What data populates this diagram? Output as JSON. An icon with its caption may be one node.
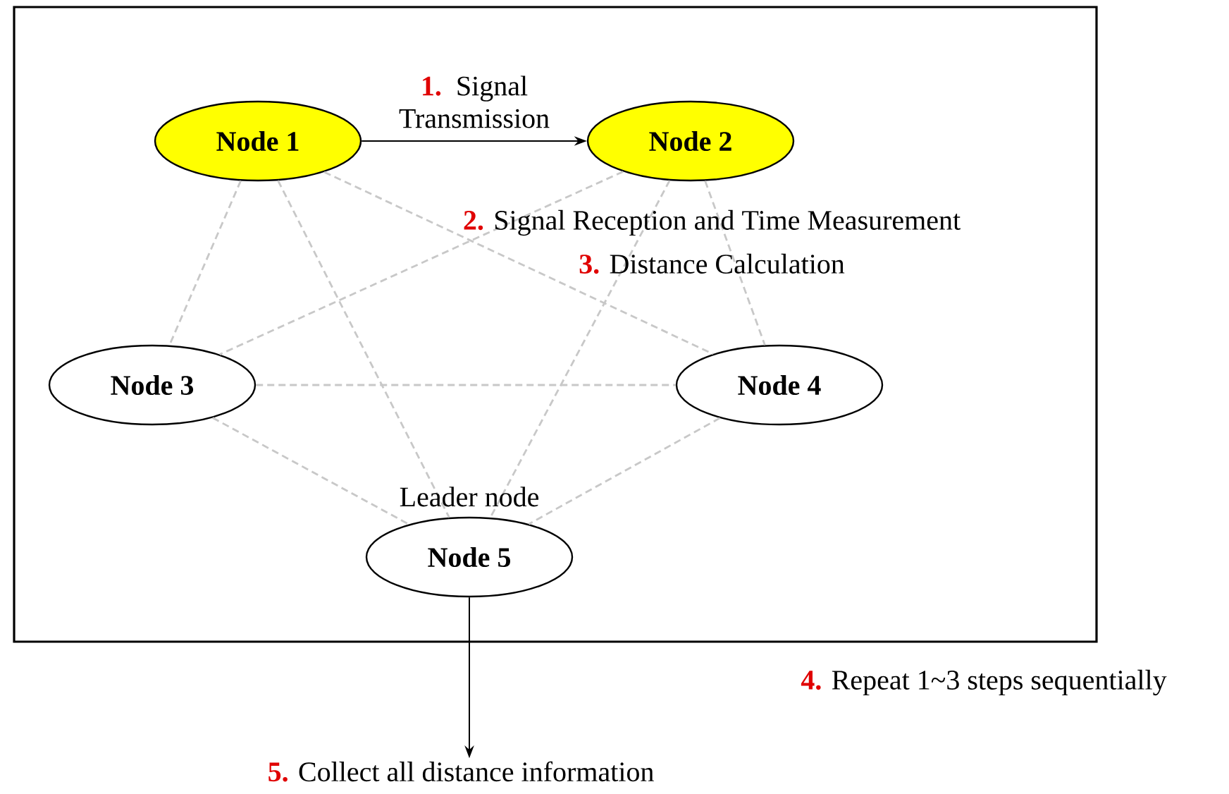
{
  "diagram": {
    "nodes": [
      {
        "text": [],
        "shape": "box"
      },
      {
        "text": [
          "Node 1"
        ],
        "in": 0
      },
      {
        "text": [
          "Node 2"
        ],
        "in": 0
      },
      {
        "text": [
          "Node 3"
        ],
        "in": 0
      },
      {
        "text": [
          "Node 4"
        ],
        "in": 0
      },
      {
        "text": [
          "Node 5"
        ],
        "in": 0,
        "beside": [
          "Leader node"
        ]
      },
      {
        "text": [
          "**5.** Collect all distance information"
        ]
      }
    ],
    "edges": [
      {
        "from": 1,
        "to": 2,
        "arrow": "to",
        "label": "**1.** Signal Transmission",
        "color": "#000000"
      },
      {
        "from": 1,
        "to": 3,
        "arrow": "none",
        "style": "dashed",
        "color": "#c8c8c8"
      },
      {
        "from": 1,
        "to": 4,
        "arrow": "none",
        "style": "dashed",
        "color": "#c8c8c8"
      },
      {
        "from": 1,
        "to": 5,
        "arrow": "none",
        "style": "dashed",
        "color": "#c8c8c8"
      },
      {
        "from": 2,
        "to": 3,
        "arrow": "none",
        "style": "dashed",
        "color": "#c8c8c8"
      },
      {
        "from": 2,
        "to": 4,
        "arrow": "none",
        "style": "dashed",
        "color": "#c8c8c8"
      },
      {
        "from": 2,
        "to": 5,
        "arrow": "none",
        "style": "dashed",
        "color": "#c8c8c8"
      },
      {
        "from": 3,
        "to": 4,
        "arrow": "none",
        "style": "dashed",
        "color": "#c8c8c8"
      },
      {
        "from": 3,
        "to": 5,
        "arrow": "none",
        "style": "dashed",
        "color": "#c8c8c8"
      },
      {
        "from": 4,
        "to": 5,
        "arrow": "none",
        "style": "dashed",
        "color": "#c8c8c8"
      },
      {
        "from": 5,
        "to": 6,
        "arrow": "to",
        "color": "#000000"
      }
    ],
    "labels": [
      "**2.** Signal Reception and Time Measurement",
      "**3.** Distance Calculation",
      "**4.** Repeat 1~3 steps sequentially"
    ]
  }
}
